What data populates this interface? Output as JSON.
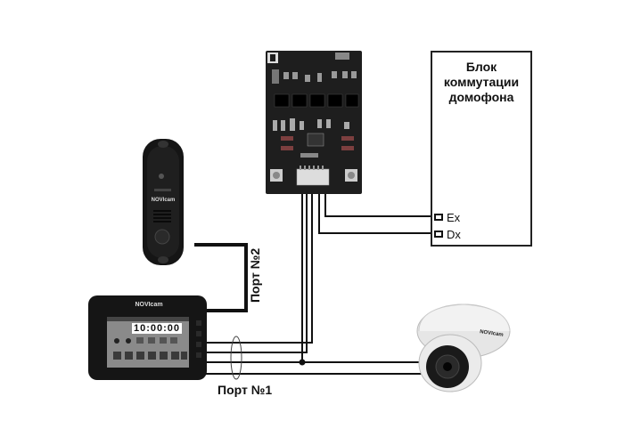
{
  "module": {
    "title_lines": [
      "Блок",
      "коммутации",
      "домофона"
    ],
    "terminals": [
      {
        "label": "Ex"
      },
      {
        "label": "Dx"
      }
    ]
  },
  "ports": {
    "port2": "Порт №2",
    "port1": "Порт №1"
  },
  "devices": {
    "doorbell_brand": "NOVIcam",
    "monitor_brand": "NOVIcam",
    "monitor_clock": "10:00:00",
    "camera_brand": "NOVIcam"
  },
  "colors": {
    "wire": "#111111",
    "board": "#1e1e1e",
    "device_black": "#151515",
    "camera_white": "#e8e8e8"
  }
}
